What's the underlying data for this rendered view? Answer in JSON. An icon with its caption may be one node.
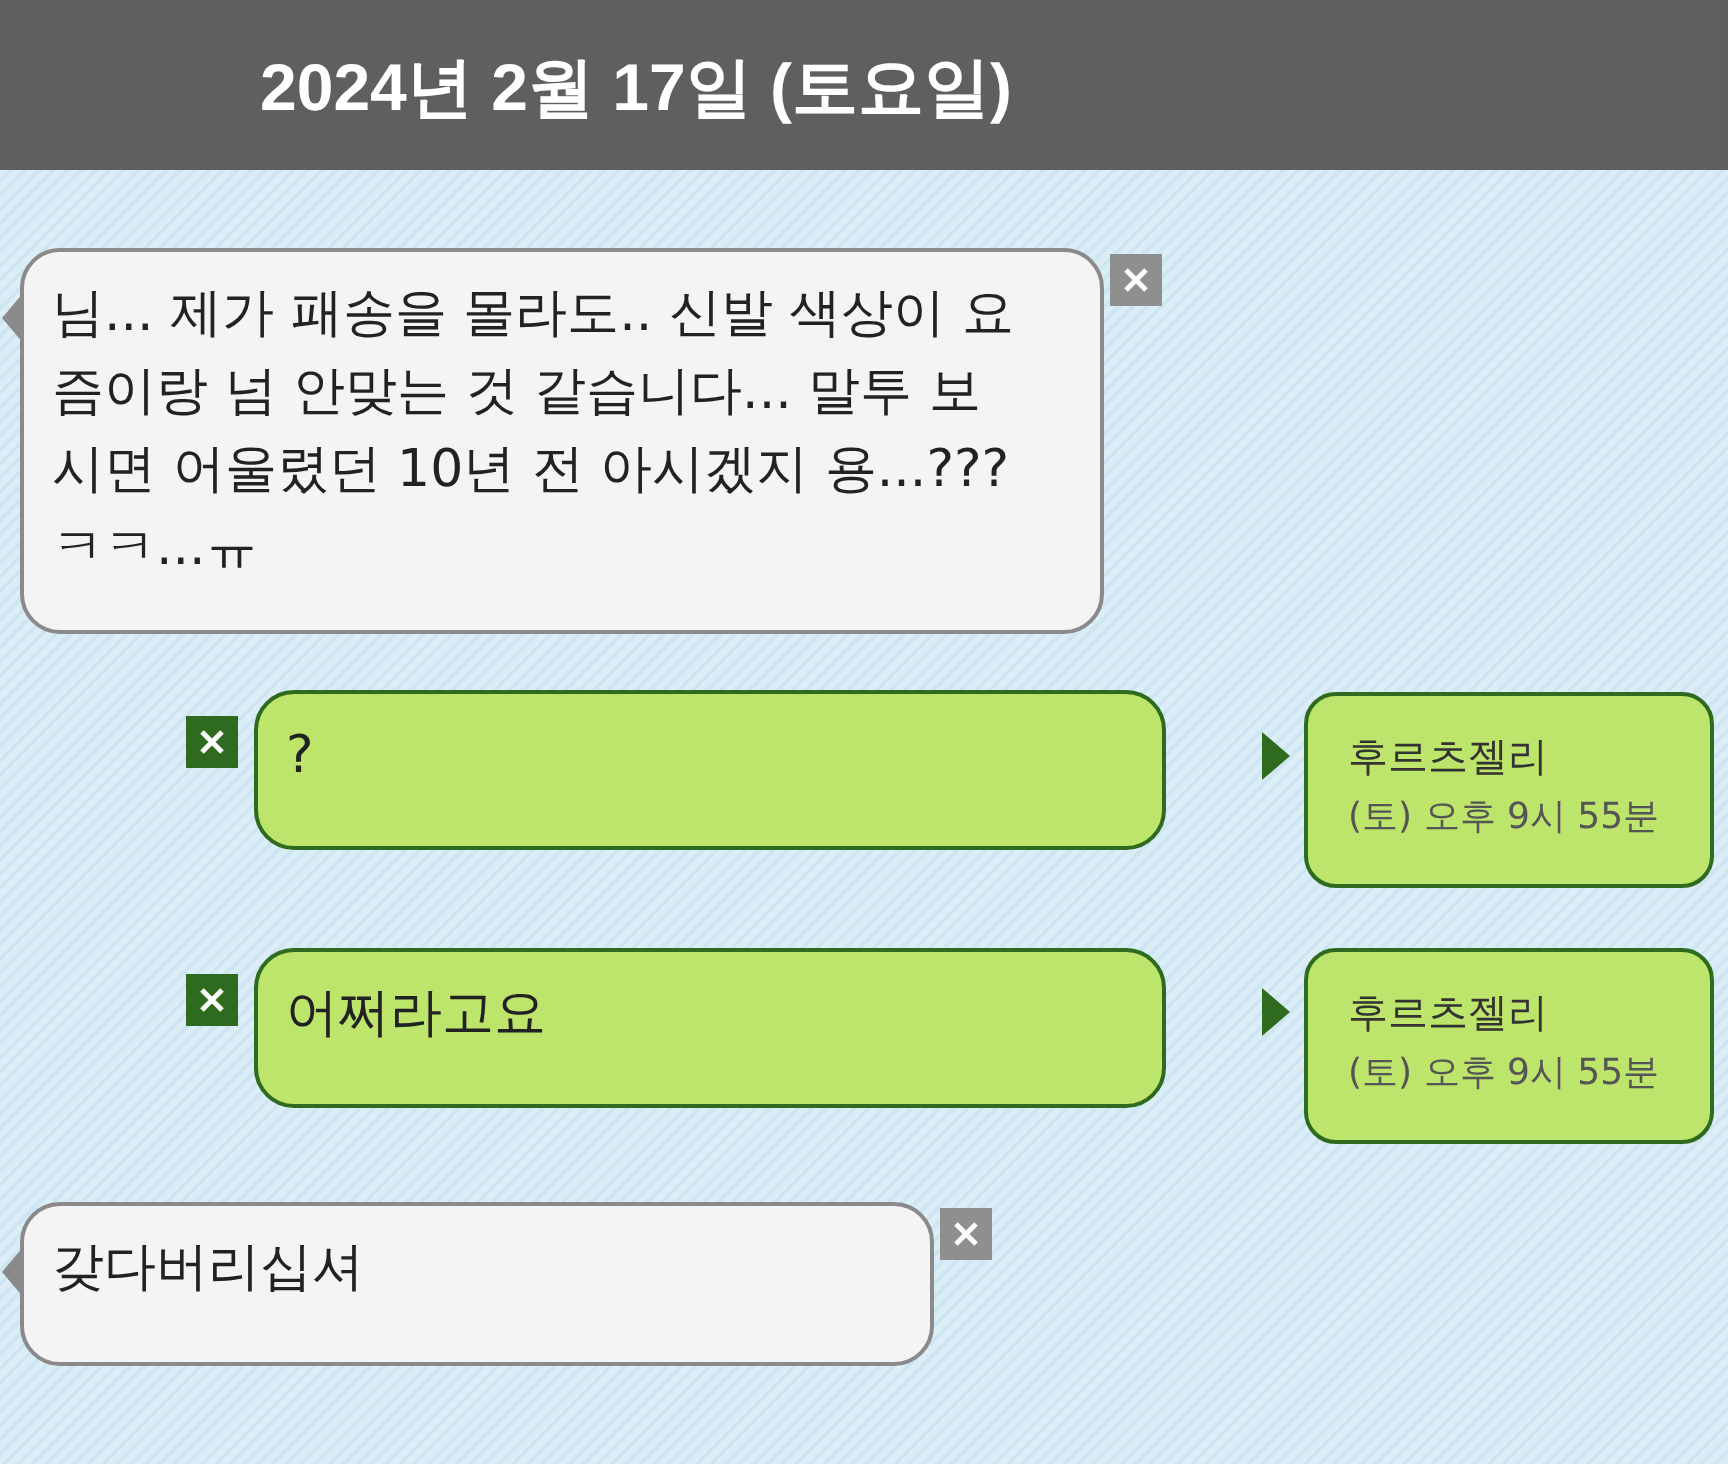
{
  "diagram": {
    "title": "2024년 2월 17일 (토요일)",
    "nodes": [
      {
        "text": [
          "님... 제가 패송을 몰라도.. 신발 색상이 요즘이랑 넘 안맞는 것 같습니다... 말투 보시면 어울렸던 10년 전 아시겠지 용...??? ㅋㅋ...ㅠ"
        ]
      },
      {
        "text": [
          "?"
        ]
      },
      {
        "text": [
          "후르츠젤리",
          "(토) 오후 9시 55분"
        ]
      },
      {
        "text": [
          "어쩌라고요"
        ]
      },
      {
        "text": [
          "후르츠젤리",
          "(토) 오후 9시 55분"
        ]
      },
      {
        "text": [
          "갖다버리십셔"
        ]
      }
    ]
  }
}
